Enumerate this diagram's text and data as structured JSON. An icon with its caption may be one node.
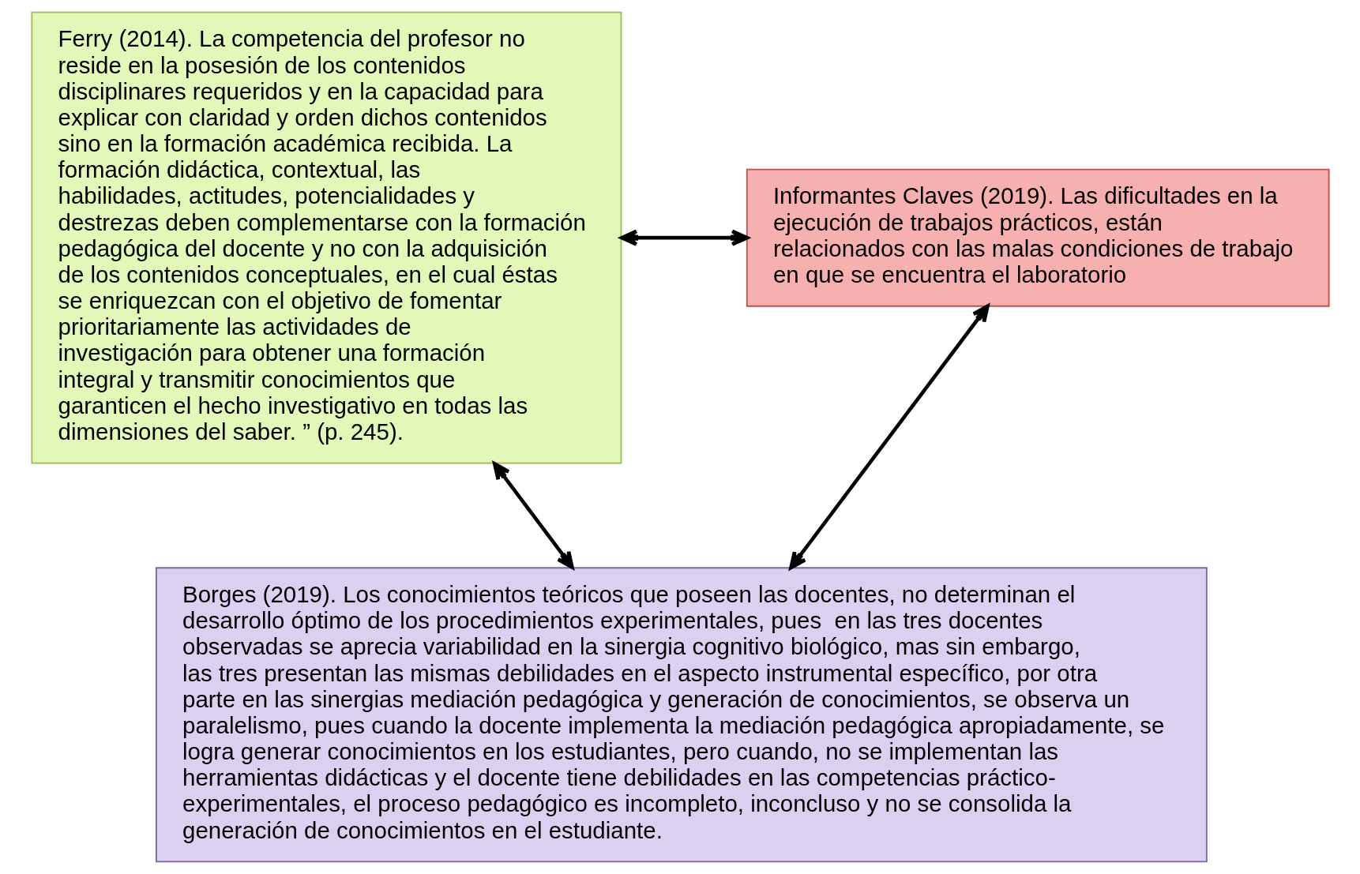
{
  "diagram": {
    "nodes": [
      {
        "text": [
          "Ferry (2014). La competencia del profesor no reside en la posesión de los contenidos disciplinares requeridos y en la capacidad para explicar con claridad y orden dichos contenidos sino en la formación académica recibida. La formación didáctica, contextual, las habilidades, actitudes, potencialidades y destrezas deben complementarse con la formación pedagógica del docente y no con la adquisición de los contenidos conceptuales, en el cual éstas se enriquezcan con el objetivo de fomentar prioritariamente las actividades de investigación para obtener una formación integral y transmitir conocimientos que garanticen el hecho investigativo en todas las dimensiones del saber. ” (p. 245)."
        ]
      },
      {
        "text": [
          "Informantes Claves (2019). Las dificultades en la ejecución de trabajos prácticos, están relacionados con las malas condiciones de trabajo en que se encuentra el laboratorio"
        ]
      },
      {
        "text": [
          "Borges (2019). Los conocimientos teóricos que poseen las docentes, no determinan el desarrollo óptimo de los procedimientos experimentales, pues  en las tres docentes observadas se aprecia variabilidad en la sinergia cognitivo biológico, mas sin embargo, las tres presentan las mismas debilidades en el aspecto instrumental específico, por otra parte en las sinergias mediación pedagógica y generación de conocimientos, se observa un paralelismo, pues cuando la docente implementa la mediación pedagógica apropiadamente, se logra generar conocimientos en los estudiantes, pero cuando, no se implementan las herramientas didácticas y el docente tiene debilidades en las competencias práctico-experimentales, el proceso pedagógico es incompleto, inconcluso y no se consolida la generación de conocimientos en el estudiante."
        ]
      }
    ],
    "edges": [
      {
        "from": 0,
        "to": 1,
        "arrow": "both"
      },
      {
        "from": 1,
        "to": 2,
        "arrow": "both"
      },
      {
        "from": 0,
        "to": 2,
        "arrow": "both"
      }
    ]
  }
}
